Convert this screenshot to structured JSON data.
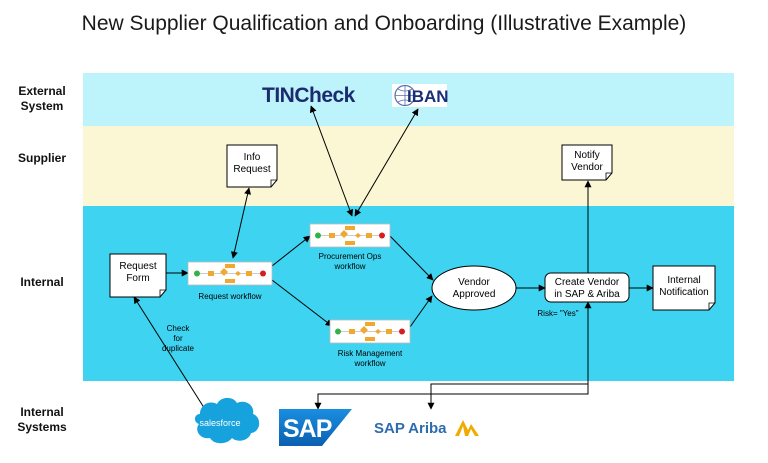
{
  "title": "New Supplier Qualification and Onboarding (Illustrative Example)",
  "lanes": {
    "external": "External System",
    "supplier": "Supplier",
    "internal": "Internal",
    "internal_systems": "Internal Systems"
  },
  "logos": {
    "tincheck": "TINCheck",
    "iban": "IBAN",
    "salesforce": "salesforce",
    "sap": "SAP",
    "sap_ariba": "SAP Ariba"
  },
  "docs": {
    "info_request": [
      "Info",
      "Request"
    ],
    "notify_vendor": [
      "Notify",
      "Vendor"
    ],
    "request_form": [
      "Request",
      "Form"
    ],
    "internal_notification": [
      "Internal",
      "Notification"
    ]
  },
  "workflows": {
    "request": [
      "Request workflow"
    ],
    "procurement": [
      "Procurement Ops",
      "workflow"
    ],
    "risk": [
      "Risk Management",
      "workflow"
    ]
  },
  "nodes": {
    "vendor_approved": [
      "Vendor",
      "Approved"
    ],
    "create_vendor": [
      "Create Vendor",
      "in SAP & Ariba"
    ]
  },
  "annotations": {
    "check_duplicate": [
      "Check",
      "for",
      "duplicate"
    ],
    "risk_yes": "Risk= \"Yes\""
  },
  "colors": {
    "external_lane": "#bdf3fb",
    "supplier_lane": "#fbf6d4",
    "internal_lane": "#3ed3f0",
    "salesforce": "#16a2dd",
    "sap": "#1173c9",
    "ariba_text": "#2e6cb0",
    "ariba_mark": "#f0ab00",
    "tincheck": "#1c2b6f",
    "iban": "#1a2f75",
    "wf_orange": "#f0a830",
    "wf_green": "#34b24a",
    "wf_red": "#d32020"
  }
}
